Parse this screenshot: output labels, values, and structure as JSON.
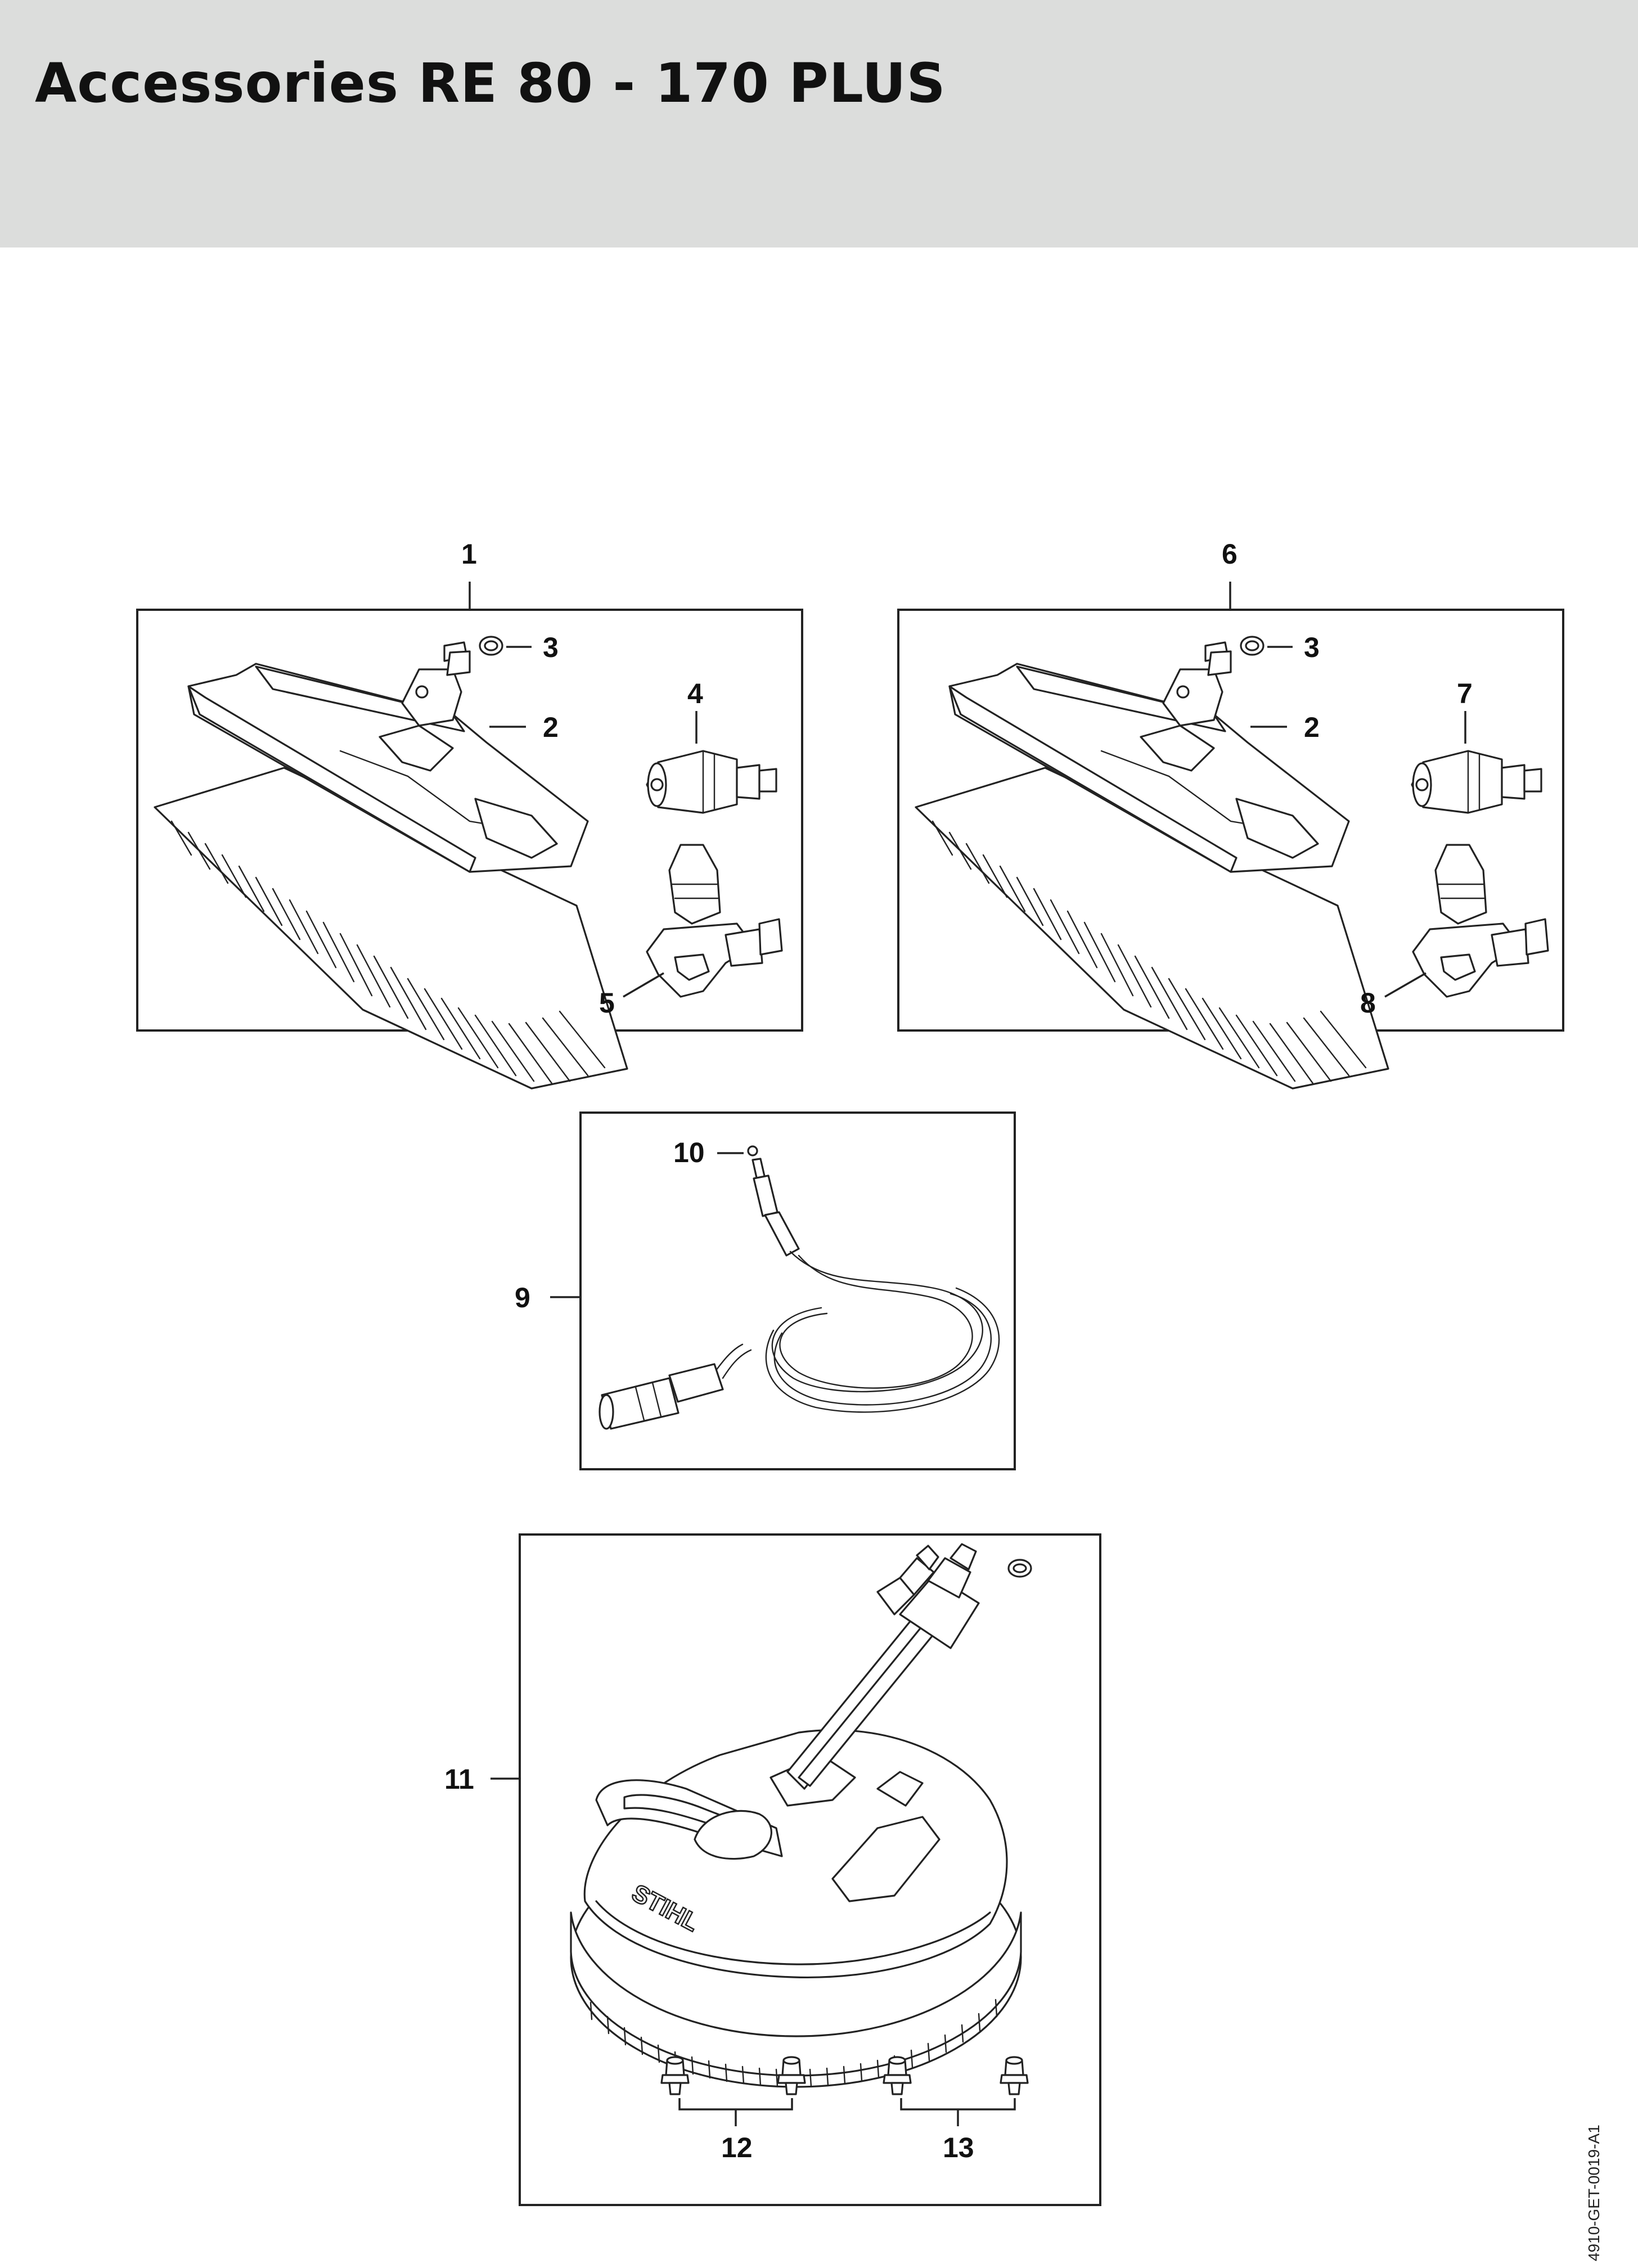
{
  "header": {
    "title": "Accessories RE 80 - 170 PLUS"
  },
  "callouts": {
    "c1": "1",
    "c2a": "2",
    "c3a": "3",
    "c4": "4",
    "c5": "5",
    "c6": "6",
    "c2b": "2",
    "c3b": "3",
    "c7": "7",
    "c8": "8",
    "c9": "9",
    "c10": "10",
    "c11": "11",
    "c12": "12",
    "c13": "13"
  },
  "logo_text": "STIHL",
  "doc_code": "4910-GET-0019-A1"
}
